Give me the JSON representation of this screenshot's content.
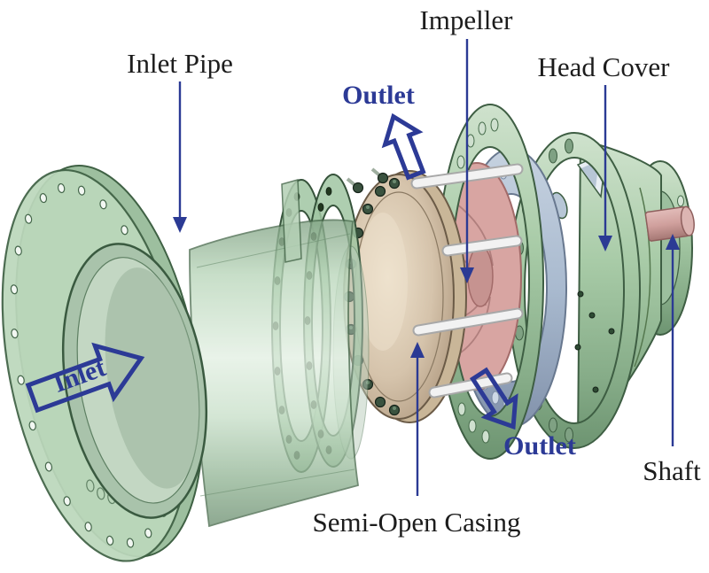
{
  "diagram": {
    "type": "centrifugal-pump-exploded-assembly-figure",
    "labels": {
      "inlet_pipe": "Inlet Pipe",
      "impeller": "Impeller",
      "head_cover": "Head Cover",
      "shaft": "Shaft",
      "semi_open_casing": "Semi-Open Casing"
    },
    "flow_labels": {
      "inlet": "Inlet",
      "outlet_top": "Outlet",
      "outlet_bottom": "Outlet"
    },
    "colors": {
      "annotation_blue": "#2c3a96",
      "label_black": "#1c1c1c",
      "body_green": "#aecfae",
      "pipe_green_transparent": "#b9d6ba",
      "casing_tan": "#d5c3ab",
      "impeller_pink": "#d8a5a2",
      "clamp_ring_blue_gray": "#a9bacf",
      "shaft_pink": "#d0a09d",
      "stud_white": "#f0f0f0",
      "background": "#ffffff"
    }
  }
}
